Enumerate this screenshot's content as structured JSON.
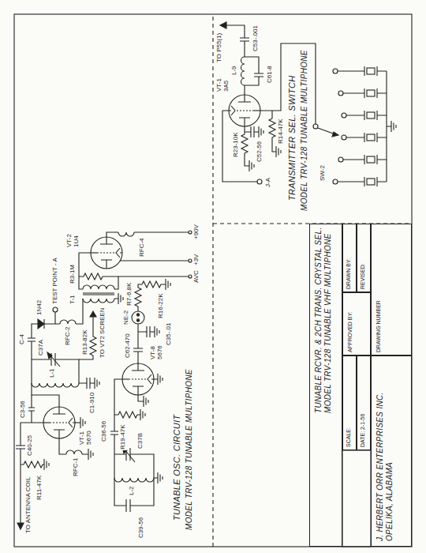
{
  "diagram": {
    "nodes": [
      {
        "text": [
          "TUNABLE RCVR. & 2CH TRANS. CRYSTAL SEL. MODEL TRV-128 TUNABLE VHF MULTIPHONE"
        ]
      },
      {
        "text": [
          "SCALE:"
        ]
      },
      {
        "text": [
          "DATE: 2-1-56"
        ]
      },
      {
        "text": [
          "APPROVED BY:"
        ]
      },
      {
        "text": [
          "DRAWN BY:"
        ]
      },
      {
        "text": [
          "REVISED:"
        ]
      },
      {
        "text": [
          "DRAWING NUMBER"
        ]
      },
      {
        "text": [
          "J. HERBERT ORR ENTERPRISES INC. OPELIKA, ALABAMA"
        ]
      }
    ],
    "labels": [
      "TUNABLE OSC. CIRCUIT",
      "MODEL TRV-128 TUNABLE MULTIPHONE",
      "TO ANTENNA COIL",
      "C40-25",
      "R11-47K",
      "VT-1",
      "5670",
      "C3-56",
      "RFC-1",
      "L-1",
      "C37A",
      "C1-910",
      "C-4",
      "1N42",
      "TEST POINT - A",
      "RFC-2",
      "R13-82K",
      "TO VT2 SCREEN",
      "T-1",
      "R3-1M",
      "VT-2",
      "1U4",
      "RFC-4",
      "AVC",
      "+3V",
      "+90V",
      "L-2",
      "C39-56",
      "C37B",
      "C36-56",
      "R19-47K",
      "VT-8",
      "5676",
      "C62-470",
      "NE-2",
      "R7-6.8K",
      "C35-.01",
      "R16-22K",
      "TRANSMITTER SEL. SWITCH",
      "MODEL TRV-128 TUNABLE MULTIPHONE",
      "VT-1",
      "3A5",
      "L-9",
      "C61-8",
      "C53-.001",
      "TO P55(1)",
      "C52-56",
      "R14-47K",
      "R23-10K",
      "J-A",
      "SW-2"
    ]
  }
}
